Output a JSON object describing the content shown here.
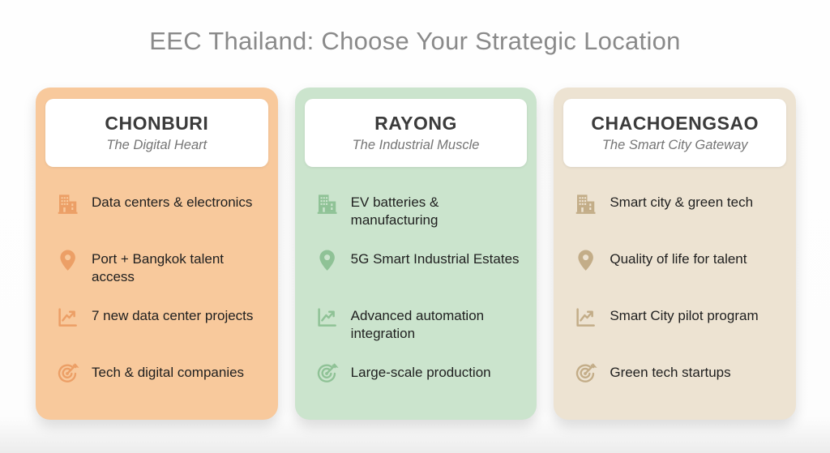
{
  "page": {
    "title": "EEC Thailand: Choose Your Strategic Location"
  },
  "cards": [
    {
      "name": "CHONBURI",
      "subtitle": "The Digital Heart",
      "colors": {
        "bg": "#F8C99C",
        "icon": "#EC9F66"
      },
      "items": [
        {
          "icon": "building-icon",
          "text": "Data centers & electronics"
        },
        {
          "icon": "location-pin-icon",
          "text": "Port + Bangkok talent access"
        },
        {
          "icon": "trend-chart-icon",
          "text": "7 new data center projects"
        },
        {
          "icon": "target-icon",
          "text": "Tech & digital companies"
        }
      ]
    },
    {
      "name": "RAYONG",
      "subtitle": "The Industrial Muscle",
      "colors": {
        "bg": "#CBE4CD",
        "icon": "#8FC296"
      },
      "items": [
        {
          "icon": "building-icon",
          "text": "EV batteries & manufacturing"
        },
        {
          "icon": "location-pin-icon",
          "text": "5G Smart Industrial Estates"
        },
        {
          "icon": "trend-chart-icon",
          "text": "Advanced automation integration"
        },
        {
          "icon": "target-icon",
          "text": "Large-scale production"
        }
      ]
    },
    {
      "name": "CHACHOENGSAO",
      "subtitle": "The Smart City Gateway",
      "colors": {
        "bg": "#EDE3D2",
        "icon": "#C3AD88"
      },
      "items": [
        {
          "icon": "building-icon",
          "text": "Smart city & green tech"
        },
        {
          "icon": "location-pin-icon",
          "text": "Quality of life for talent"
        },
        {
          "icon": "trend-chart-icon",
          "text": "Smart City pilot program"
        },
        {
          "icon": "target-icon",
          "text": "Green tech startups"
        }
      ]
    }
  ]
}
